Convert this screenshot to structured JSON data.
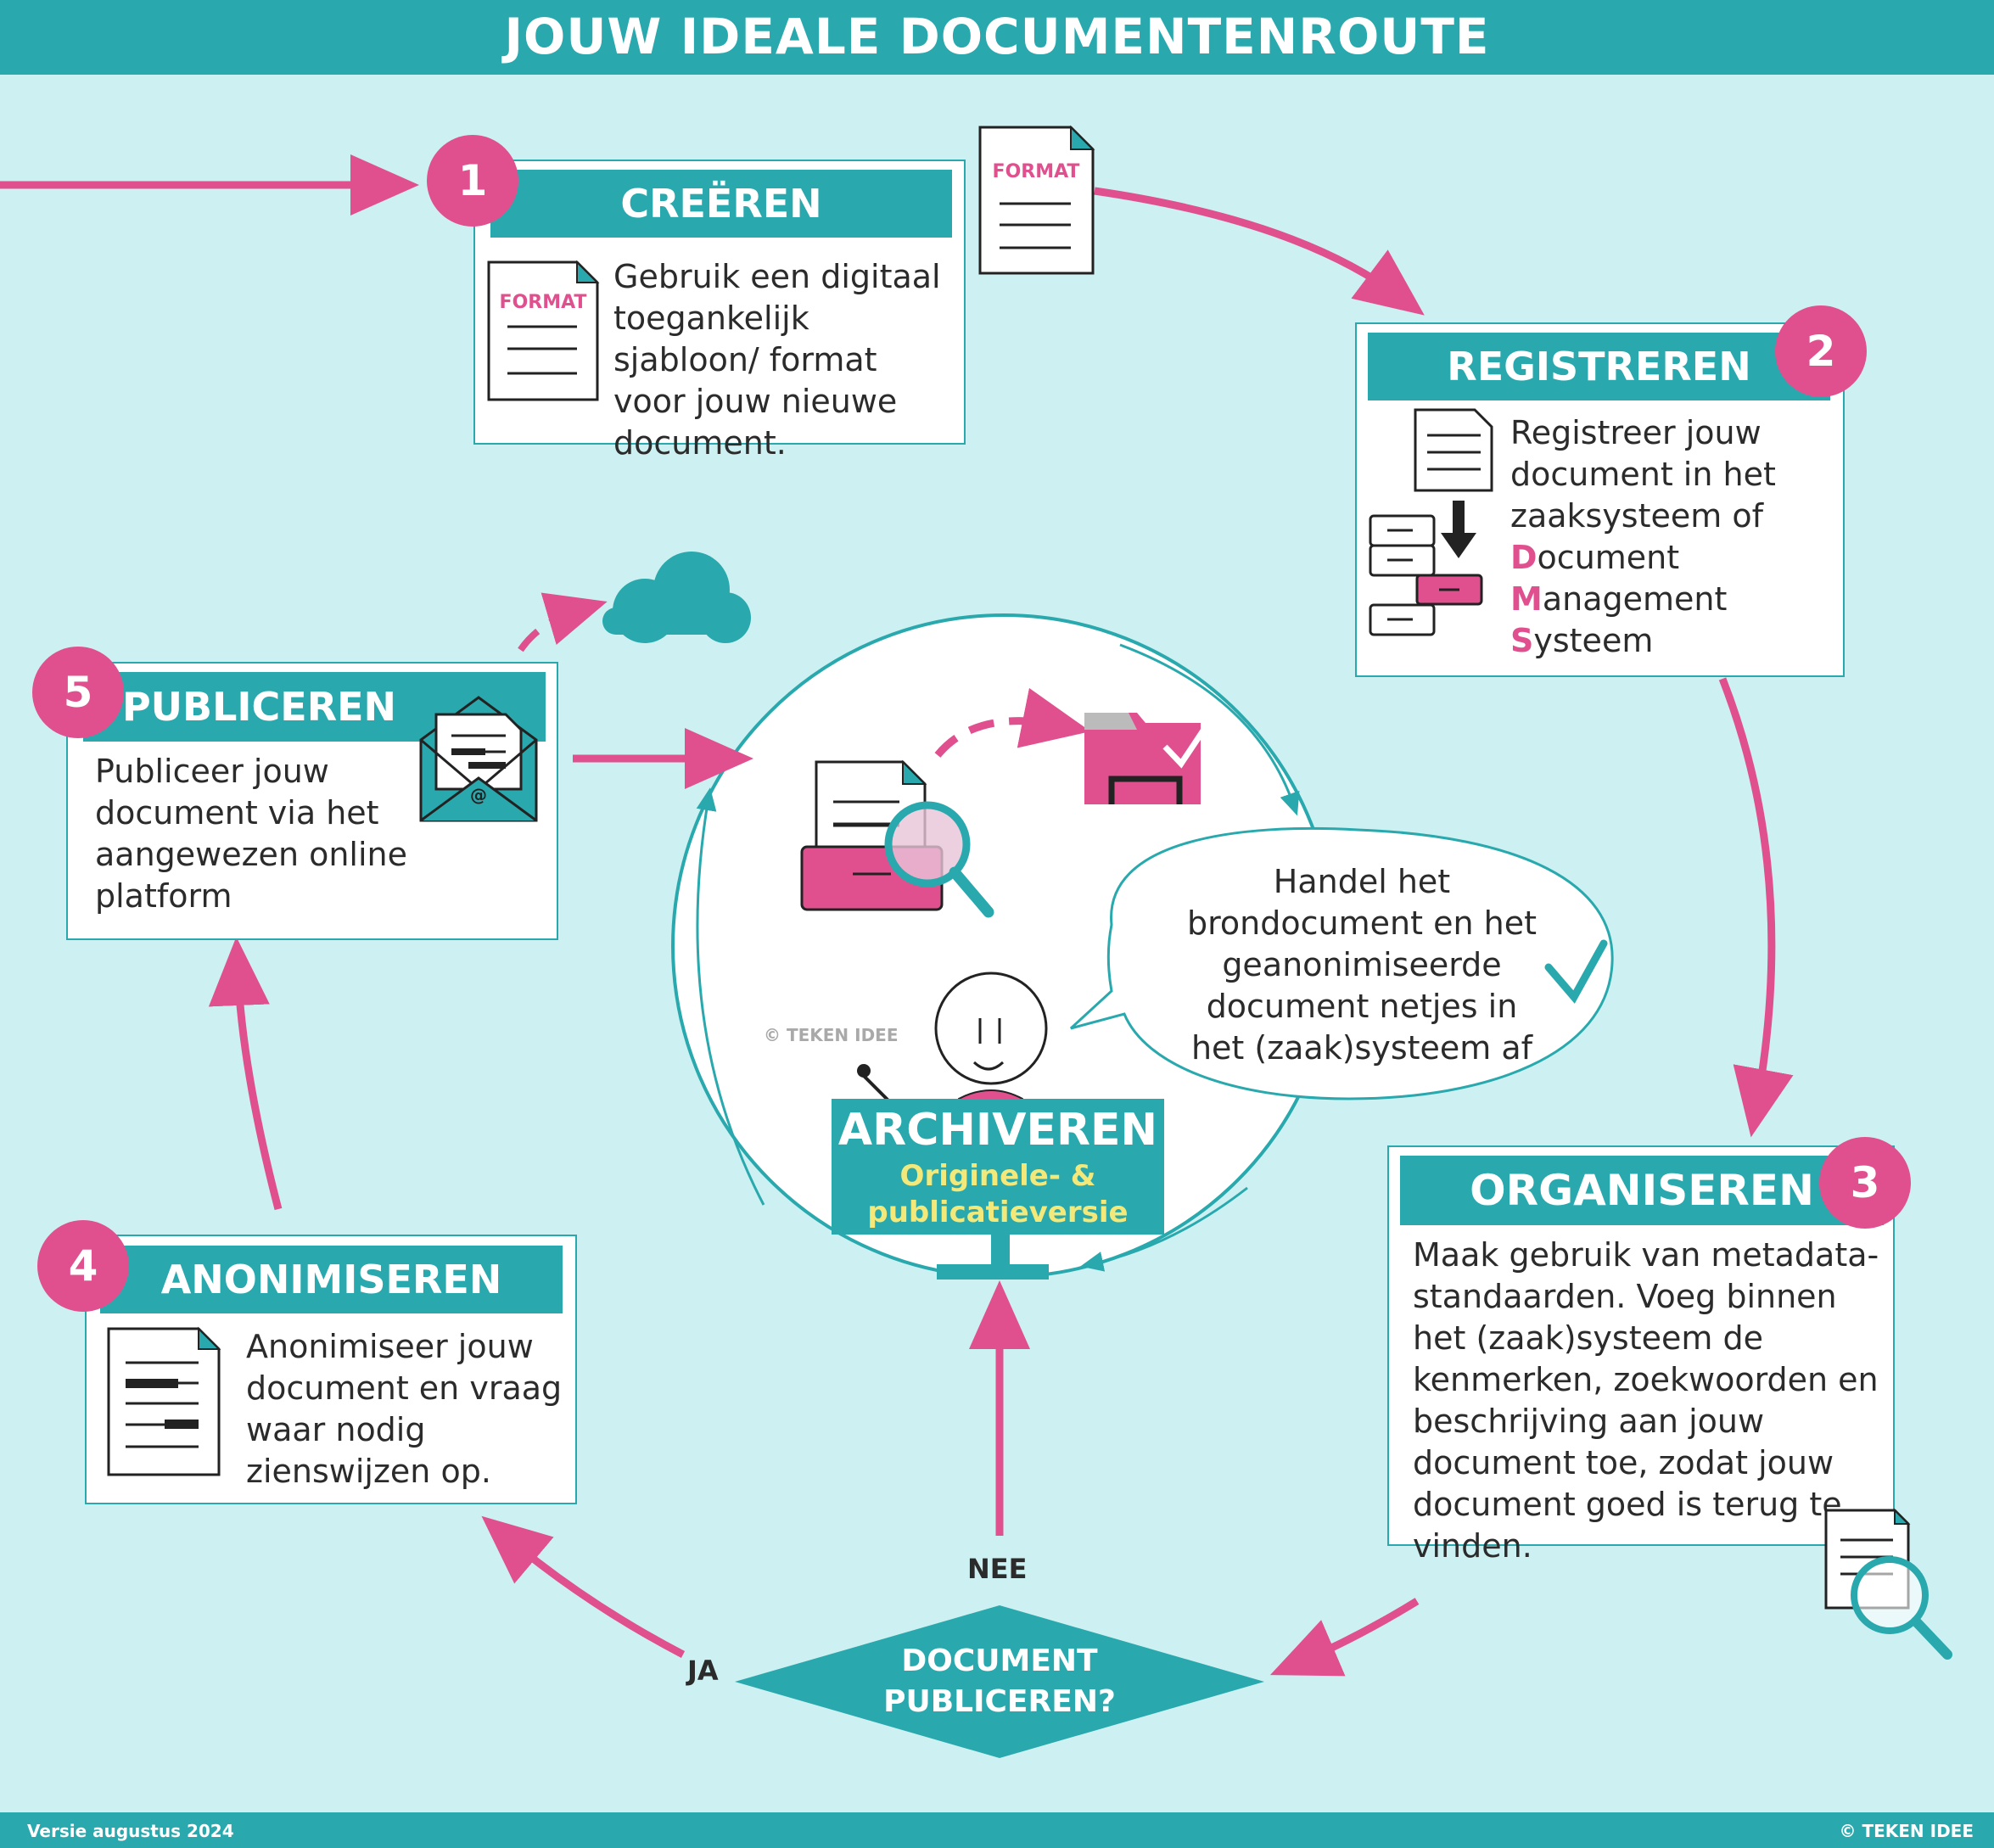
{
  "header": {
    "title": "JOUW IDEALE DOCUMENTENROUTE"
  },
  "footer": {
    "version": "Versie augustus 2024",
    "credit": "© TEKEN IDEE"
  },
  "steps": [
    {
      "number": "1",
      "title": "CREËREN",
      "text": "Gebruik een digitaal toegankelijk sjabloon/ format voor jouw nieuwe document.",
      "icon_label": "FORMAT"
    },
    {
      "number": "2",
      "title": "REGISTREREN",
      "text_lines": [
        "Registreer jouw",
        "document in het",
        "zaaksysteem of"
      ],
      "dms": [
        {
          "initial": "D",
          "rest": "ocument"
        },
        {
          "initial": "M",
          "rest": "anagement"
        },
        {
          "initial": "S",
          "rest": "ysteem"
        }
      ]
    },
    {
      "number": "3",
      "title": "ORGANISEREN",
      "text": "Maak gebruik van metadata-standaarden. Voeg binnen het (zaak)systeem de kenmerken, zoekwoorden en beschrijving aan jouw document toe, zodat jouw document goed is terug te vinden."
    },
    {
      "number": "4",
      "title": "ANONIMISEREN",
      "text": "Anonimiseer jouw document en vraag waar nodig zienswijzen op."
    },
    {
      "number": "5",
      "title": "PUBLICEREN",
      "text": "Publiceer jouw document via het aangewezen online platform"
    }
  ],
  "floating_format_label": "FORMAT",
  "archive": {
    "title": "ARCHIVEREN",
    "subtitle_line1": "Originele- &",
    "subtitle_line2": "publicatieversie",
    "bubble": "Handel het brondocument en het geanonimiseerde document netjes in het (zaak)systeem af",
    "watermark": "© TEKEN IDEE"
  },
  "decision": {
    "line1": "DOCUMENT",
    "line2": "PUBLICEREN?",
    "yes": "JA",
    "no": "NEE"
  },
  "colors": {
    "teal": "#29a9ad",
    "pink": "#e0508f",
    "background": "#cdf1f2",
    "yellow": "#f3e97a"
  }
}
